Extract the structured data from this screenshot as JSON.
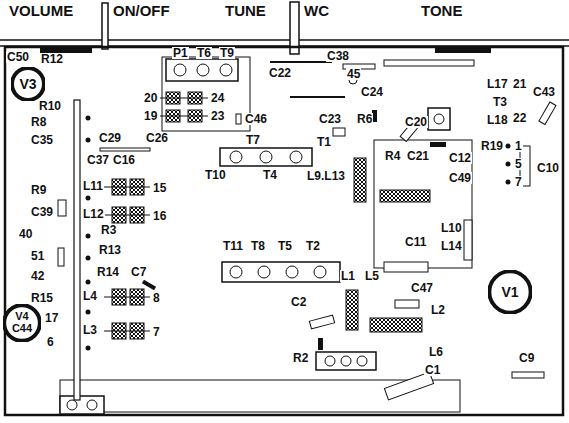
{
  "diagram": {
    "nodes": [
      {
        "text": [
          "V3"
        ]
      },
      {
        "text": [
          "V1"
        ]
      },
      {
        "text": [
          "V4",
          "C44"
        ]
      }
    ],
    "labels": [
      "VOLUME",
      "ON/OFF",
      "TUNE",
      "WC",
      "TONE",
      "C50",
      "R12",
      "P1",
      "T6",
      "T9",
      "C38",
      "45",
      "C22",
      "C24",
      "L17",
      "21",
      "C43",
      "T3",
      "L18",
      "22",
      "R10",
      "20",
      "24",
      "19",
      "23",
      "C46",
      "C23",
      "R6",
      "C20",
      "R8",
      "C35",
      "C29",
      "C26",
      "T7",
      "T1",
      "C37",
      "C16",
      "T10",
      "T4",
      "L9.L13",
      "R4",
      "C21",
      "C12",
      "C49",
      "R19",
      "1",
      "5",
      "7",
      "C10",
      "R9",
      "C39",
      "L11",
      "15",
      "L12",
      "16",
      "40",
      "R3",
      "51",
      "42",
      "R13",
      "T11",
      "T8",
      "T5",
      "T2",
      "C11",
      "L10",
      "L14",
      "R14",
      "C7",
      "L1",
      "L5",
      "C47",
      "R15",
      "L4",
      "8",
      "C2",
      "17",
      "L3",
      "7",
      "L2",
      "6",
      "L6",
      "R2",
      "C1",
      "C9"
    ]
  }
}
